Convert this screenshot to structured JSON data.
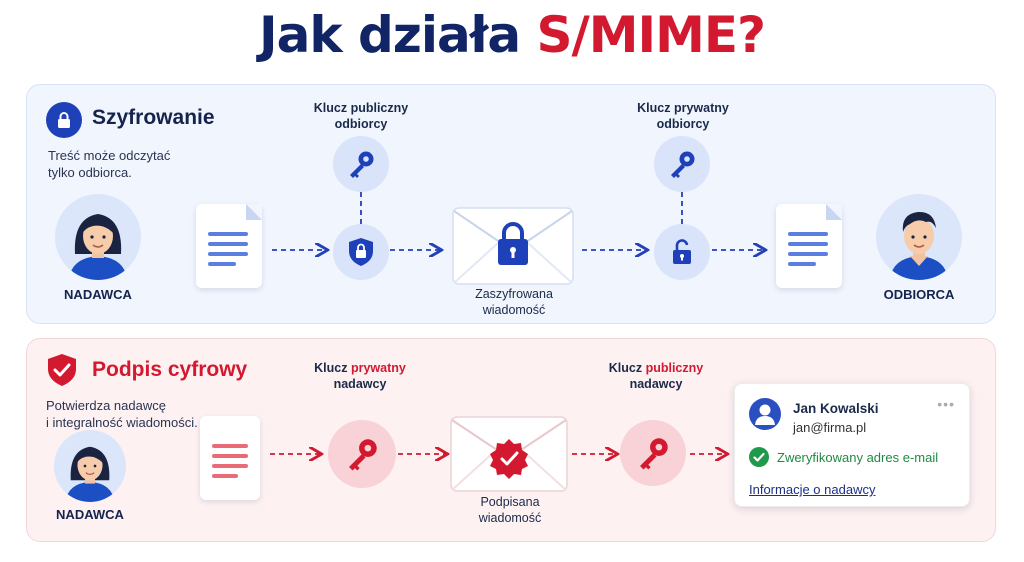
{
  "title": {
    "part1": "Jak działa ",
    "part2": "S/MIME?"
  },
  "colors": {
    "navy": "#102466",
    "blue": "#2340b8",
    "red": "#d3192f",
    "green": "#1f9a4a"
  },
  "encryption": {
    "title": "Szyfrowanie",
    "desc_line1": "Treść może odczytać",
    "desc_line2": "tylko odbiorca.",
    "sender_label": "NADAWCA",
    "receiver_label": "ODBIORCA",
    "public_key_line1": "Klucz publiczny",
    "public_key_line2": "odbiorcy",
    "private_key_line1": "Klucz prywatny",
    "private_key_line2": "odbiorcy",
    "message_line1": "Zaszyfrowana",
    "message_line2": "wiadomość"
  },
  "signature": {
    "title": "Podpis cyfrowy",
    "desc_line1": "Potwierdza nadawcę",
    "desc_line2": "i integralność wiadomości.",
    "sender_label": "NADAWCA",
    "key1_prefix": "Klucz ",
    "key1_highlight": "prywatny",
    "key1_line2": "nadawcy",
    "key2_prefix": "Klucz ",
    "key2_highlight": "publiczny",
    "key2_line2": "nadawcy",
    "message_line1": "Podpisana",
    "message_line2": "wiadomość"
  },
  "card": {
    "name": "Jan Kowalski",
    "email": "jan@firma.pl",
    "verified": "Zweryfikowany adres e-mail",
    "link": "Informacje o nadawcy"
  }
}
